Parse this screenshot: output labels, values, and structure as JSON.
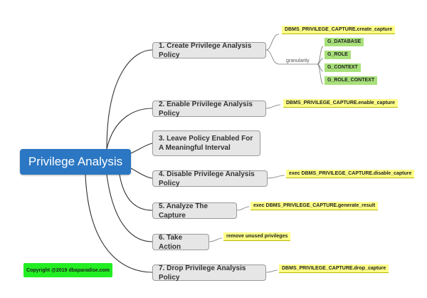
{
  "root": {
    "title": "Privilege Analysis"
  },
  "steps": [
    {
      "label": "1. Create Privilege Analysis Policy"
    },
    {
      "label": "2. Enable Privilege Analysis Policy"
    },
    {
      "label": "3. Leave Policy Enabled For A Meaningful Interval"
    },
    {
      "label": "4. Disable Privilege Analysis Policy"
    },
    {
      "label": "5. Analyze The Capture"
    },
    {
      "label": "6. Take Action"
    },
    {
      "label": "7. Drop Privilege Analysis Policy"
    }
  ],
  "notes": {
    "create": "DBMS_PRIVILEGE_CAPTURE.create_capture",
    "enable": "DBMS_PRIVILEGE_CAPTURE.enable_capture",
    "disable": "exec DBMS_PRIVILEGE_CAPTURE.disable_capture",
    "generate": "exec DBMS_PRIVILEGE_CAPTURE.generate_result",
    "action": "remove unused privileges",
    "drop": "DBMS_PRIVILEGE_CAPTURE.drop_capture"
  },
  "granularity": {
    "label": "granularity",
    "options": [
      "G_DATABASE",
      "G_ROLE",
      "G_CONTEXT",
      "G_ROLE_CONTEXT"
    ]
  },
  "copyright": "Copyright @2019 dbaparadise.com"
}
